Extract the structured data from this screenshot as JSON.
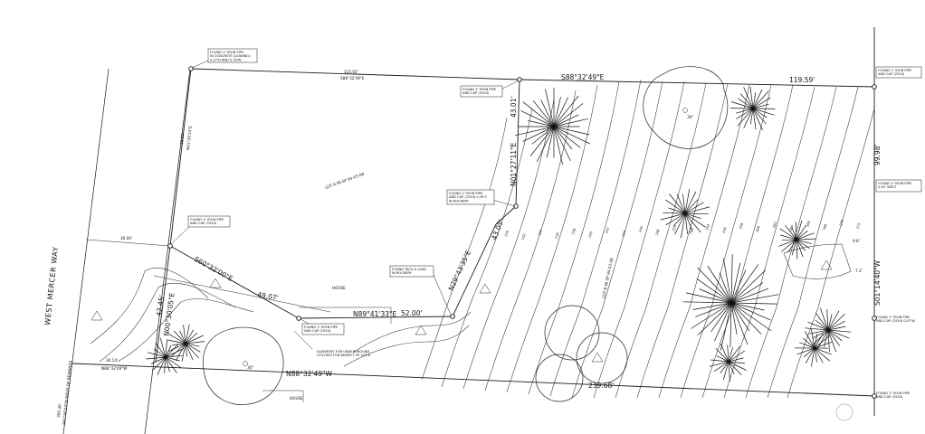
{
  "road": {
    "name": "WEST MERCER WAY"
  },
  "bearings": {
    "north_line": "S88°32'49\"E",
    "north_dist": "119.59'",
    "east_top": "99.98'",
    "east_bottom": "S01°14'40\"W",
    "inner_1": "N01°27'11\"E",
    "inner_1_dist": "43.01'",
    "inner_2": "43.05'",
    "inner_3": "N29°43'35\"E",
    "lot_line": "N89°41'33\"E",
    "lot_line_dist": "52.00'",
    "south_line": "N88°32'49\"W",
    "south_dist": "239.68'",
    "diag": "S60°32'00\"E",
    "diag_dist": "49.07'",
    "west_line": "N00°30'05\"E",
    "west_dist": "42.45'"
  },
  "small_text": {
    "top_dist": "115.02'",
    "top_bearing": "S88°32'49\"E",
    "side_dist": "88.00'",
    "side_bearing": "N01°26'53\"E",
    "lot_a": "LOT A MI SP 94-03-08",
    "lot_b": "LOT B MI SP 94-03-08",
    "dist_30": "30.00'",
    "dist_3014": "30.14'",
    "bearing_3014": "N88°32'49\"W",
    "basis": "S01°26'53\"W BASIS OF BEARINGS",
    "basis_dist": "300.46'",
    "dist_98": "9.8'",
    "dist_72": "7.2'",
    "house_1": "HOUSE",
    "house_2": "HOUSE"
  },
  "callouts": {
    "nw_pipe": "FOUND 1\" IRON PIPE IN CONCRETE (LEANING) 0.37'N AND 0.76'W",
    "ne_pipe": "FOUND 1\" IRON PIPE AND CAP (2534)",
    "top_pipe": "FOUND 1\" IRON PIPE AND CAP (2534)",
    "mid_pipe": "FOUND 1\" IRON PIPE AND CAP (2534) 0.35'S IN ROCKERY",
    "west_pipe": "FOUND 1\" IRON PIPE AND CAP (2534)",
    "tack": "FOUND TACK & LEAD IN ROCKERY",
    "lot_pipe": "FOUND 1\" IRON PIPE AND CAP (2534)",
    "easement": "EASEMENT FOR UNDERGROUND UTILITIES FOR BENEFIT OF LOT A",
    "e_pipe_west": "FOUND 1\" IRON PIPE 0.42' WEST",
    "e_pipe_2": "FOUND 1\" IRON PIPE AND CAP (2534) 0.07'W",
    "se_pipe": "FOUND 1\" IRON PIPE AND CAP (2534)"
  },
  "contour_labels": [
    "230",
    "232",
    "234",
    "236",
    "238",
    "240",
    "242",
    "244",
    "246",
    "248",
    "250",
    "252",
    "254",
    "256",
    "258",
    "260",
    "262",
    "264",
    "266",
    "268",
    "270",
    "272"
  ],
  "tree_labels": {
    "tree_1": "30\"",
    "tree_2": "30\""
  },
  "colors": {
    "ink": "#111111",
    "paper": "#ffffff"
  }
}
